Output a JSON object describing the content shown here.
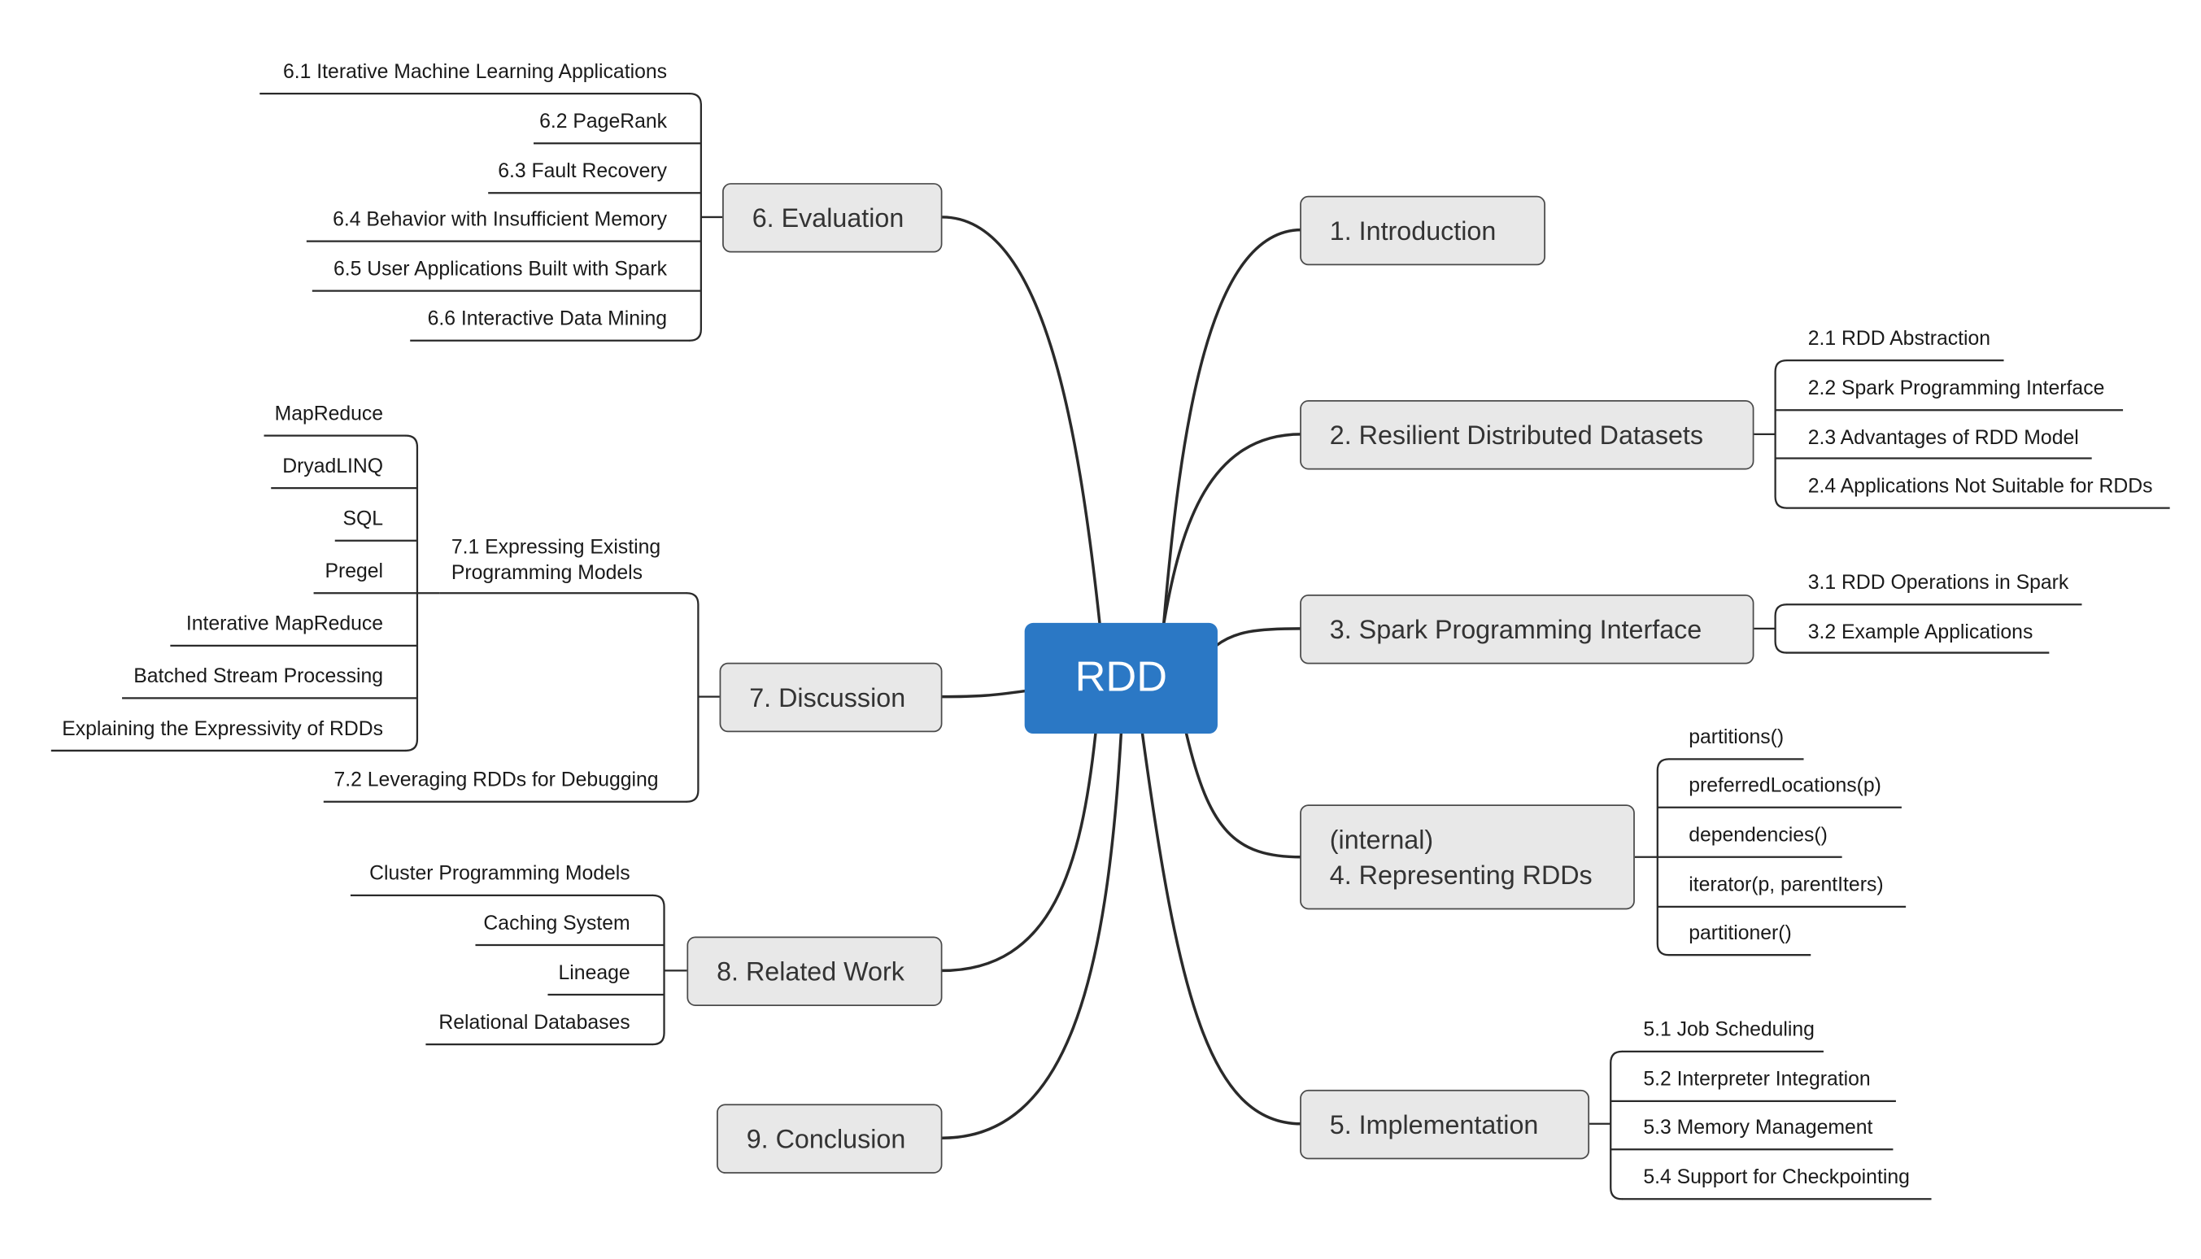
{
  "root": {
    "label": "RDD",
    "color": "#2b78c5"
  },
  "topics": {
    "introduction": {
      "label": "1. Introduction"
    },
    "rdd": {
      "label": "2. Resilient Distributed Datasets",
      "children": [
        "2.1 RDD Abstraction",
        "2.2 Spark Programming Interface",
        "2.3 Advantages of RDD Model",
        "2.4 Applications Not Suitable for RDDs"
      ]
    },
    "spark": {
      "label": "3. Spark Programming Interface",
      "children": [
        "3.1 RDD Operations in Spark",
        "3.2 Example Applications"
      ]
    },
    "representing": {
      "label_line1": "(internal)",
      "label_line2": "4. Representing RDDs",
      "children": [
        "partitions()",
        "preferredLocations(p)",
        "dependencies()",
        "iterator(p, parentIters)",
        "partitioner()"
      ]
    },
    "implementation": {
      "label": "5. Implementation",
      "children": [
        "5.1 Job Scheduling",
        "5.2 Interpreter Integration",
        "5.3 Memory Management",
        "5.4 Support for Checkpointing"
      ]
    },
    "evaluation": {
      "label": "6. Evaluation",
      "children": [
        "6.1 Iterative Machine Learning Applications",
        "6.2 PageRank",
        "6.3 Fault Recovery",
        "6.4 Behavior with Insufficient Memory",
        "6.5 User Applications Built with Spark",
        "6.6 Interactive Data Mining"
      ]
    },
    "discussion": {
      "label": "7. Discussion",
      "expressing": {
        "label_line1": "7.1 Expressing Existing",
        "label_line2": "Programming Models",
        "children": [
          "MapReduce",
          "DryadLINQ",
          "SQL",
          "Pregel",
          "Interative MapReduce",
          "Batched Stream Processing",
          "Explaining the Expressivity of RDDs"
        ]
      },
      "debugging": "7.2 Leveraging RDDs for Debugging"
    },
    "related": {
      "label": "8. Related Work",
      "children": [
        "Cluster Programming Models",
        "Caching System",
        "Lineage",
        "Relational Databases"
      ]
    },
    "conclusion": {
      "label": "9. Conclusion"
    }
  }
}
